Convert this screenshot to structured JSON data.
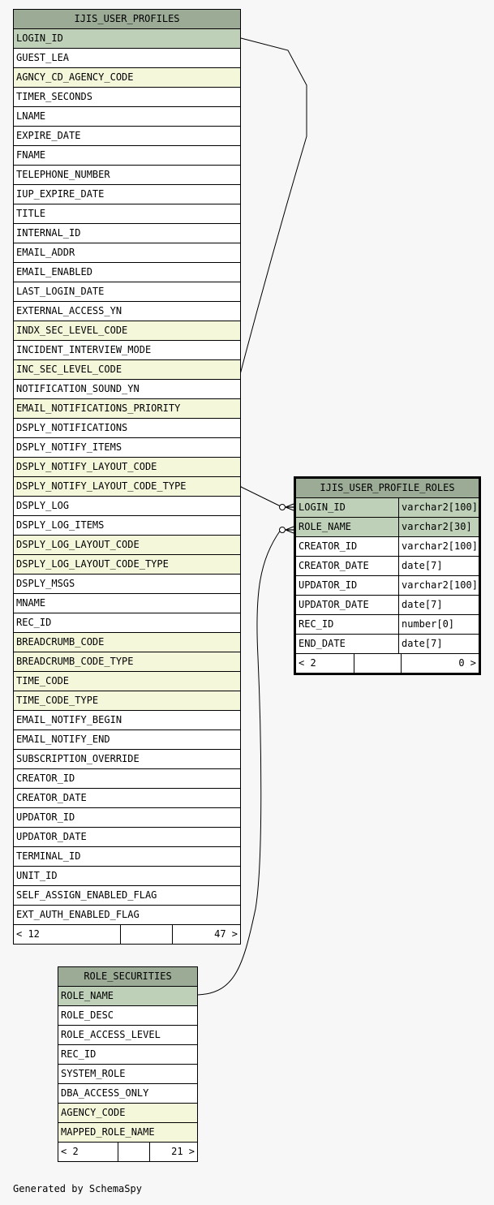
{
  "tables": {
    "user_profiles": {
      "name": "IJIS_USER_PROFILES",
      "columns": [
        {
          "name": "LOGIN_ID",
          "kind": "pk"
        },
        {
          "name": "GUEST_LEA",
          "kind": "norm"
        },
        {
          "name": "AGNCY_CD_AGENCY_CODE",
          "kind": "fk"
        },
        {
          "name": "TIMER_SECONDS",
          "kind": "norm"
        },
        {
          "name": "LNAME",
          "kind": "norm"
        },
        {
          "name": "EXPIRE_DATE",
          "kind": "norm"
        },
        {
          "name": "FNAME",
          "kind": "norm"
        },
        {
          "name": "TELEPHONE_NUMBER",
          "kind": "norm"
        },
        {
          "name": "IUP_EXPIRE_DATE",
          "kind": "norm"
        },
        {
          "name": "TITLE",
          "kind": "norm"
        },
        {
          "name": "INTERNAL_ID",
          "kind": "norm"
        },
        {
          "name": "EMAIL_ADDR",
          "kind": "norm"
        },
        {
          "name": "EMAIL_ENABLED",
          "kind": "norm"
        },
        {
          "name": "LAST_LOGIN_DATE",
          "kind": "norm"
        },
        {
          "name": "EXTERNAL_ACCESS_YN",
          "kind": "norm"
        },
        {
          "name": "INDX_SEC_LEVEL_CODE",
          "kind": "fk"
        },
        {
          "name": "INCIDENT_INTERVIEW_MODE",
          "kind": "norm"
        },
        {
          "name": "INC_SEC_LEVEL_CODE",
          "kind": "fk"
        },
        {
          "name": "NOTIFICATION_SOUND_YN",
          "kind": "norm"
        },
        {
          "name": "EMAIL_NOTIFICATIONS_PRIORITY",
          "kind": "fk"
        },
        {
          "name": "DSPLY_NOTIFICATIONS",
          "kind": "norm"
        },
        {
          "name": "DSPLY_NOTIFY_ITEMS",
          "kind": "norm"
        },
        {
          "name": "DSPLY_NOTIFY_LAYOUT_CODE",
          "kind": "fk"
        },
        {
          "name": "DSPLY_NOTIFY_LAYOUT_CODE_TYPE",
          "kind": "fk"
        },
        {
          "name": "DSPLY_LOG",
          "kind": "norm"
        },
        {
          "name": "DSPLY_LOG_ITEMS",
          "kind": "norm"
        },
        {
          "name": "DSPLY_LOG_LAYOUT_CODE",
          "kind": "fk"
        },
        {
          "name": "DSPLY_LOG_LAYOUT_CODE_TYPE",
          "kind": "fk"
        },
        {
          "name": "DSPLY_MSGS",
          "kind": "norm"
        },
        {
          "name": "MNAME",
          "kind": "norm"
        },
        {
          "name": "REC_ID",
          "kind": "norm"
        },
        {
          "name": "BREADCRUMB_CODE",
          "kind": "fk"
        },
        {
          "name": "BREADCRUMB_CODE_TYPE",
          "kind": "fk"
        },
        {
          "name": "TIME_CODE",
          "kind": "fk"
        },
        {
          "name": "TIME_CODE_TYPE",
          "kind": "fk"
        },
        {
          "name": "EMAIL_NOTIFY_BEGIN",
          "kind": "norm"
        },
        {
          "name": "EMAIL_NOTIFY_END",
          "kind": "norm"
        },
        {
          "name": "SUBSCRIPTION_OVERRIDE",
          "kind": "norm"
        },
        {
          "name": "CREATOR_ID",
          "kind": "norm"
        },
        {
          "name": "CREATOR_DATE",
          "kind": "norm"
        },
        {
          "name": "UPDATOR_ID",
          "kind": "norm"
        },
        {
          "name": "UPDATOR_DATE",
          "kind": "norm"
        },
        {
          "name": "TERMINAL_ID",
          "kind": "norm"
        },
        {
          "name": "UNIT_ID",
          "kind": "norm"
        },
        {
          "name": "SELF_ASSIGN_ENABLED_FLAG",
          "kind": "norm"
        },
        {
          "name": "EXT_AUTH_ENABLED_FLAG",
          "kind": "norm"
        }
      ],
      "footer": {
        "left": "< 12",
        "right": "47 >"
      }
    },
    "profile_roles": {
      "name": "IJIS_USER_PROFILE_ROLES",
      "columns": [
        {
          "name": "LOGIN_ID",
          "type": "varchar2[100]",
          "kind": "pk"
        },
        {
          "name": "ROLE_NAME",
          "type": "varchar2[30]",
          "kind": "pk"
        },
        {
          "name": "CREATOR_ID",
          "type": "varchar2[100]",
          "kind": "norm"
        },
        {
          "name": "CREATOR_DATE",
          "type": "date[7]",
          "kind": "norm"
        },
        {
          "name": "UPDATOR_ID",
          "type": "varchar2[100]",
          "kind": "norm"
        },
        {
          "name": "UPDATOR_DATE",
          "type": "date[7]",
          "kind": "norm"
        },
        {
          "name": "REC_ID",
          "type": "number[0]",
          "kind": "norm"
        },
        {
          "name": "END_DATE",
          "type": "date[7]",
          "kind": "norm"
        }
      ],
      "footer": {
        "left": "< 2",
        "right": "0 >"
      }
    },
    "role_securities": {
      "name": "ROLE_SECURITIES",
      "columns": [
        {
          "name": "ROLE_NAME",
          "kind": "pk"
        },
        {
          "name": "ROLE_DESC",
          "kind": "norm"
        },
        {
          "name": "ROLE_ACCESS_LEVEL",
          "kind": "norm"
        },
        {
          "name": "REC_ID",
          "kind": "norm"
        },
        {
          "name": "SYSTEM_ROLE",
          "kind": "norm"
        },
        {
          "name": "DBA_ACCESS_ONLY",
          "kind": "norm"
        },
        {
          "name": "AGENCY_CODE",
          "kind": "fk"
        },
        {
          "name": "MAPPED_ROLE_NAME",
          "kind": "fk"
        }
      ],
      "footer": {
        "left": "< 2",
        "right": "21 >"
      }
    }
  },
  "credit": "Generated by SchemaSpy"
}
